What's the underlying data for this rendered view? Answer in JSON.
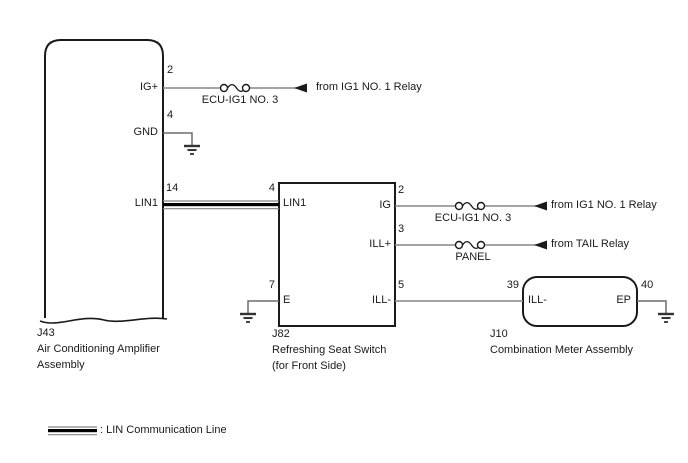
{
  "diagram": {
    "components": {
      "j43": {
        "id": "J43",
        "name_line1": "Air Conditioning Amplifier",
        "name_line2": "Assembly",
        "pins": {
          "ig": {
            "num": "2",
            "label": "IG+"
          },
          "gnd": {
            "num": "4",
            "label": "GND"
          },
          "lin1": {
            "num": "14",
            "label": "LIN1"
          }
        }
      },
      "j82": {
        "id": "J82",
        "name_line1": "Refreshing Seat Switch",
        "name_line2": "(for Front Side)",
        "pins": {
          "lin1": {
            "num": "4",
            "label": "LIN1"
          },
          "ig": {
            "num": "2",
            "label": "IG"
          },
          "illp": {
            "num": "3",
            "label": "ILL+"
          },
          "illm": {
            "num": "5",
            "label": "ILL-"
          },
          "e": {
            "num": "7",
            "label": "E"
          }
        }
      },
      "j10": {
        "id": "J10",
        "name_line1": "Combination Meter Assembly",
        "pins": {
          "illm": {
            "num": "39",
            "label": "ILL-"
          },
          "ep": {
            "num": "40",
            "label": "EP"
          }
        }
      }
    },
    "fuses": {
      "f1": {
        "label": "ECU-IG1 NO. 3"
      },
      "f2": {
        "label": "ECU-IG1 NO. 3"
      },
      "f3": {
        "label": "PANEL"
      }
    },
    "sources": {
      "s1": {
        "label": "from IG1 NO. 1 Relay"
      },
      "s2": {
        "label": "from IG1 NO. 1 Relay"
      },
      "s3": {
        "label": "from TAIL Relay"
      }
    },
    "legend": {
      "label": ": LIN Communication Line"
    },
    "colors": {
      "wire": "#858585",
      "outline": "#1a1a1a",
      "text": "#1a1a1a",
      "lin_thick": "#000000",
      "ground": "#333333",
      "background": "#ffffff"
    }
  }
}
